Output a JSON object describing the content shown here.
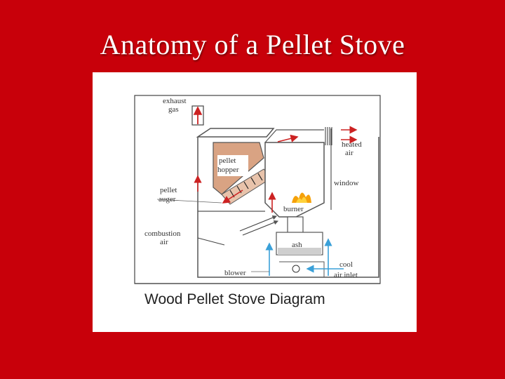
{
  "slide": {
    "title": "Anatomy of a Pellet Stove"
  },
  "diagram": {
    "caption": "Wood Pellet Stove Diagram",
    "labels": {
      "exhaust": [
        "exhaust",
        "gas"
      ],
      "heated_air": [
        "heated",
        "air"
      ],
      "pellet_hopper": [
        "pellet",
        "hopper"
      ],
      "window": "window",
      "pellet_auger": [
        "pellet",
        "auger"
      ],
      "burner": "burner",
      "combustion_air": [
        "combustion",
        "air"
      ],
      "ash": "ash",
      "blower": "blower",
      "cool_air_inlet": [
        "cool",
        "air inlet"
      ]
    },
    "colors": {
      "background": "#c8000a",
      "hopper": "#d9a383",
      "arrow_hot": "#cc2222",
      "arrow_cool": "#3aa0d8",
      "flame": "#f5a10a"
    }
  }
}
